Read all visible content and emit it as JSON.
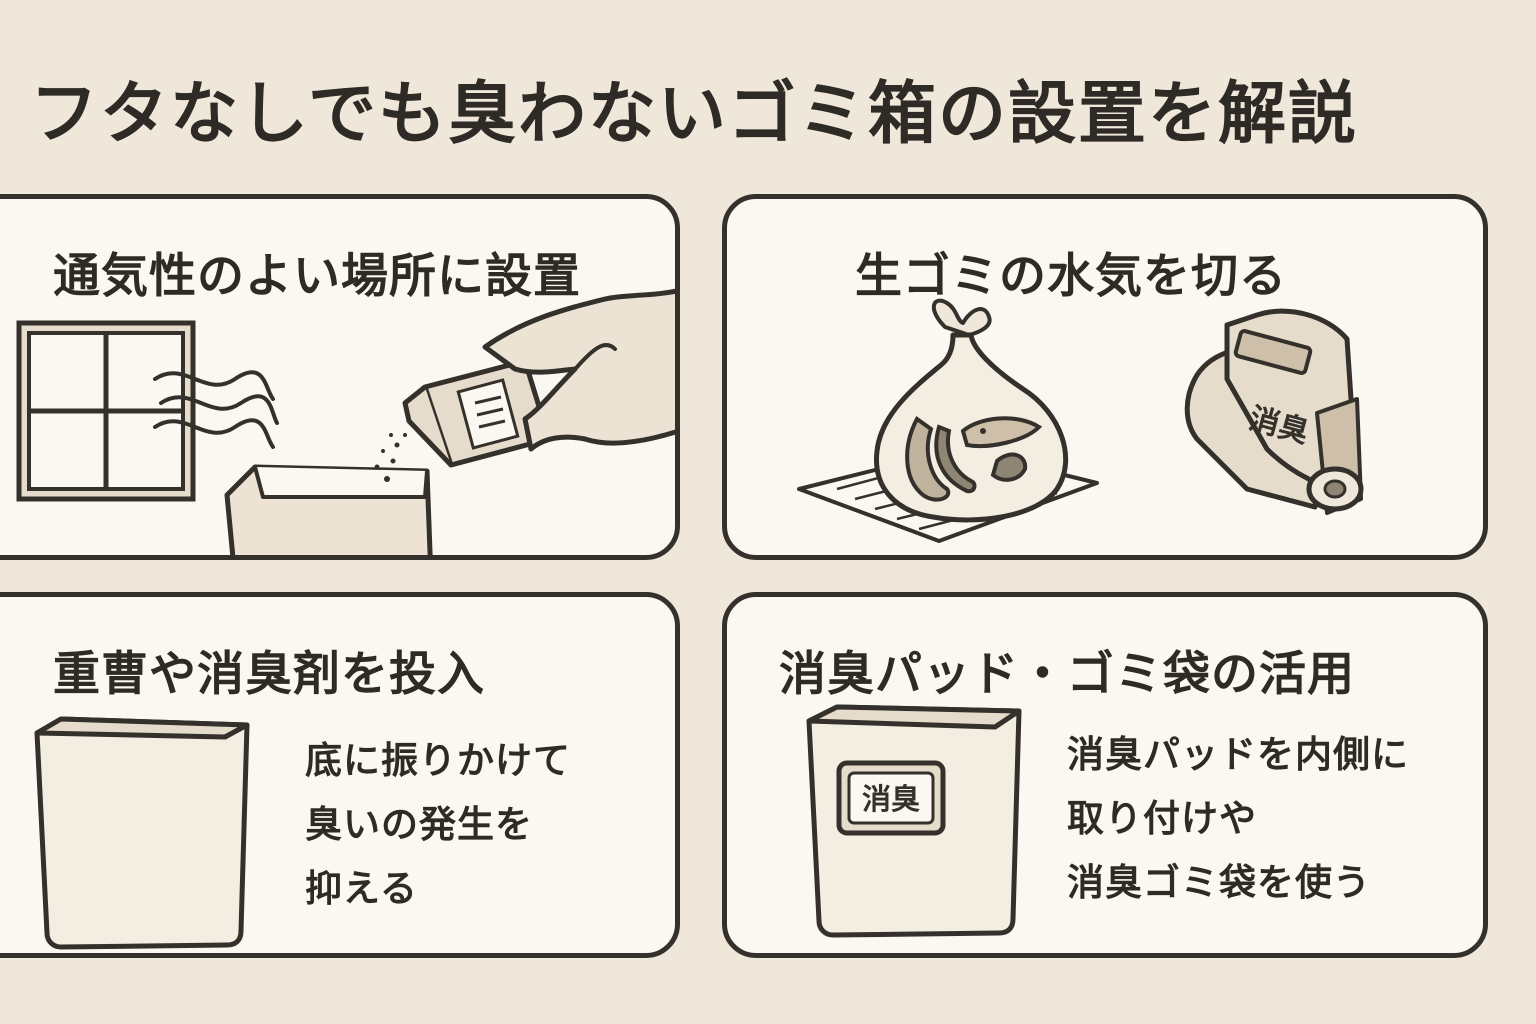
{
  "title": "フタなしでも臭わないゴミ箱の設置を解説",
  "panels": [
    {
      "heading": "通気性のよい場所に設置",
      "icons": [
        "window-icon",
        "air-flow-icon",
        "trash-bin-icon",
        "powder-bottle-icon",
        "hand-icon"
      ]
    },
    {
      "heading": "生ゴミの水気を切る",
      "icons": [
        "garbage-bag-icon",
        "newspaper-icon",
        "deodorant-roll-icon"
      ],
      "roll_label": "消臭"
    },
    {
      "heading": "重曹や消臭剤を投入",
      "icons": [
        "trash-bin-icon"
      ],
      "lines": [
        "底に振りかけて",
        "臭いの発生を",
        "抑える"
      ]
    },
    {
      "heading": "消臭パッド・ゴミ袋の活用",
      "icons": [
        "trash-bin-icon"
      ],
      "bin_label": "消臭",
      "lines": [
        "消臭パッドを内側に",
        "取り付けや",
        "消臭ゴミ袋を使う"
      ]
    }
  ],
  "colors": {
    "background": "#efe7d9",
    "panel": "#fbf8f2",
    "ink": "#34302b",
    "beige": "#e6dccb",
    "tan": "#cdbfa9"
  }
}
